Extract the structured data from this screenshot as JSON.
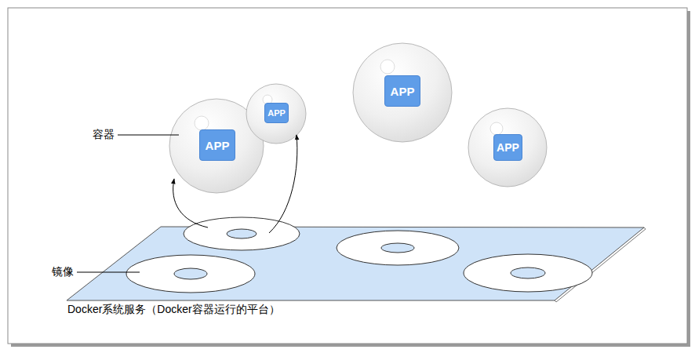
{
  "diagram": {
    "nodes": [
      {
        "text": [
          "APP"
        ]
      },
      {
        "text": [
          "APP"
        ]
      },
      {
        "text": [
          "APP"
        ]
      },
      {
        "text": [
          "APP"
        ]
      }
    ],
    "labels": [
      "容器",
      "镜像",
      "Docker系统服务（Docker容器运行的平台）"
    ]
  }
}
